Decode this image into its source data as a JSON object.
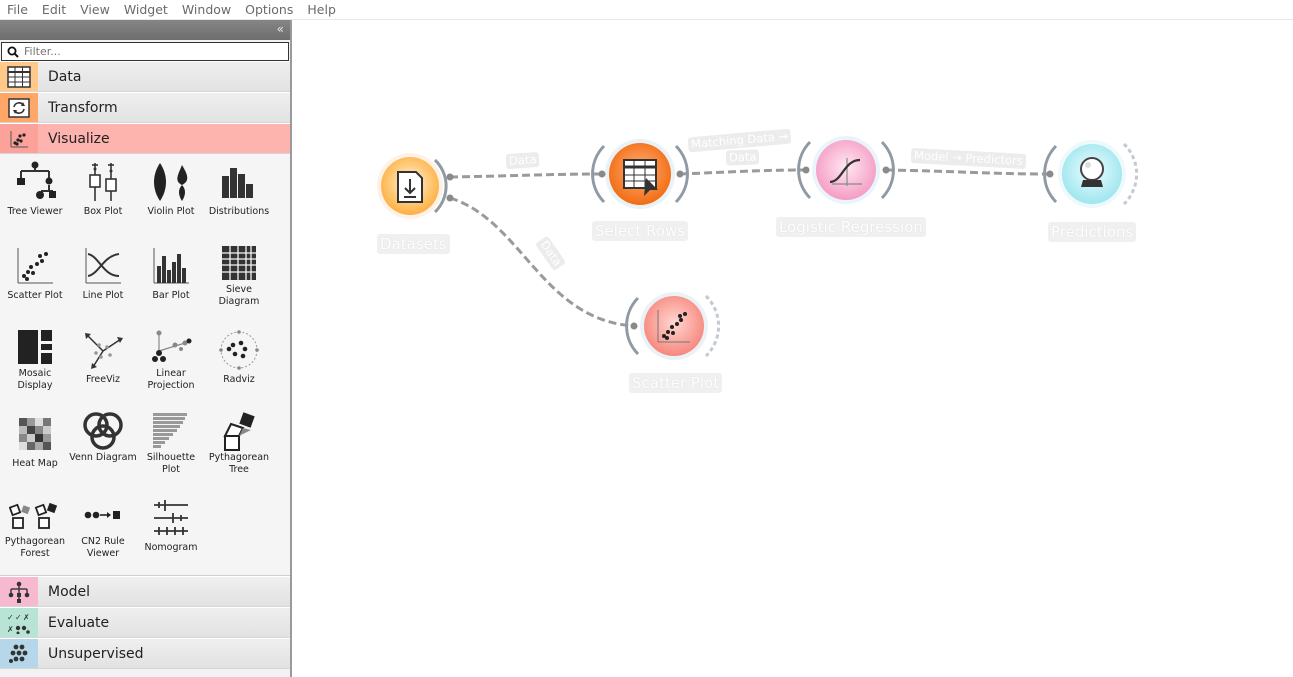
{
  "menubar": {
    "items": [
      "File",
      "Edit",
      "View",
      "Widget",
      "Window",
      "Options",
      "Help"
    ]
  },
  "sidebar": {
    "collapse_glyph": "«",
    "filter_placeholder": "Filter...",
    "categories_top": [
      {
        "label": "Data",
        "color": "#ffb366",
        "icon": "table-icon"
      },
      {
        "label": "Transform",
        "color": "#ff9d5e",
        "icon": "transform-icon"
      },
      {
        "label": "Visualize",
        "color": "#fca29b",
        "icon": "scatter-icon"
      }
    ],
    "widgets": [
      {
        "label": "Tree Viewer",
        "icon": "tree-viewer-icon"
      },
      {
        "label": "Box Plot",
        "icon": "box-plot-icon"
      },
      {
        "label": "Violin Plot",
        "icon": "violin-plot-icon"
      },
      {
        "label": "Distributions",
        "icon": "distributions-icon"
      },
      {
        "label": "Scatter Plot",
        "icon": "scatter-plot-icon"
      },
      {
        "label": "Line Plot",
        "icon": "line-plot-icon"
      },
      {
        "label": "Bar Plot",
        "icon": "bar-plot-icon"
      },
      {
        "label": "Sieve Diagram",
        "icon": "sieve-diagram-icon"
      },
      {
        "label": "Mosaic Display",
        "icon": "mosaic-display-icon"
      },
      {
        "label": "FreeViz",
        "icon": "freeviz-icon"
      },
      {
        "label": "Linear Projection",
        "icon": "linear-projection-icon"
      },
      {
        "label": "Radviz",
        "icon": "radviz-icon"
      },
      {
        "label": "Heat Map",
        "icon": "heat-map-icon"
      },
      {
        "label": "Venn Diagram",
        "icon": "venn-diagram-icon"
      },
      {
        "label": "Silhouette Plot",
        "icon": "silhouette-plot-icon"
      },
      {
        "label": "Pythagorean Tree",
        "icon": "pythagorean-tree-icon"
      },
      {
        "label": "Pythagorean Forest",
        "icon": "pythagorean-forest-icon"
      },
      {
        "label": "CN2 Rule Viewer",
        "icon": "cn2-rule-viewer-icon"
      },
      {
        "label": "Nomogram",
        "icon": "nomogram-icon"
      }
    ],
    "categories_bottom": [
      {
        "label": "Model",
        "color": "#f7b9cf",
        "icon": "model-icon"
      },
      {
        "label": "Evaluate",
        "color": "#b8e4d5",
        "icon": "evaluate-icon"
      },
      {
        "label": "Unsupervised",
        "color": "#b6d7ea",
        "icon": "unsupervised-icon"
      }
    ]
  },
  "canvas": {
    "nodes": [
      {
        "title": "Datasets",
        "color": "#ffb14d",
        "icon": "download-icon"
      },
      {
        "title": "Select Rows",
        "color": "#f5771e",
        "icon": "select-rows-icon"
      },
      {
        "title": "Logistic Regression",
        "color": "#f59cc4",
        "icon": "logistic-curve-icon"
      },
      {
        "title": "Predictions",
        "color": "#9ee6ef",
        "icon": "crystal-ball-icon"
      },
      {
        "title": "Scatter Plot",
        "color": "#f7877d",
        "icon": "scatter-plot-icon"
      }
    ],
    "links": [
      {
        "label": "Data"
      },
      {
        "label": "Matching Data →"
      },
      {
        "label": "Data"
      },
      {
        "label": "Model → Predictors"
      },
      {
        "label": "Data"
      }
    ]
  }
}
